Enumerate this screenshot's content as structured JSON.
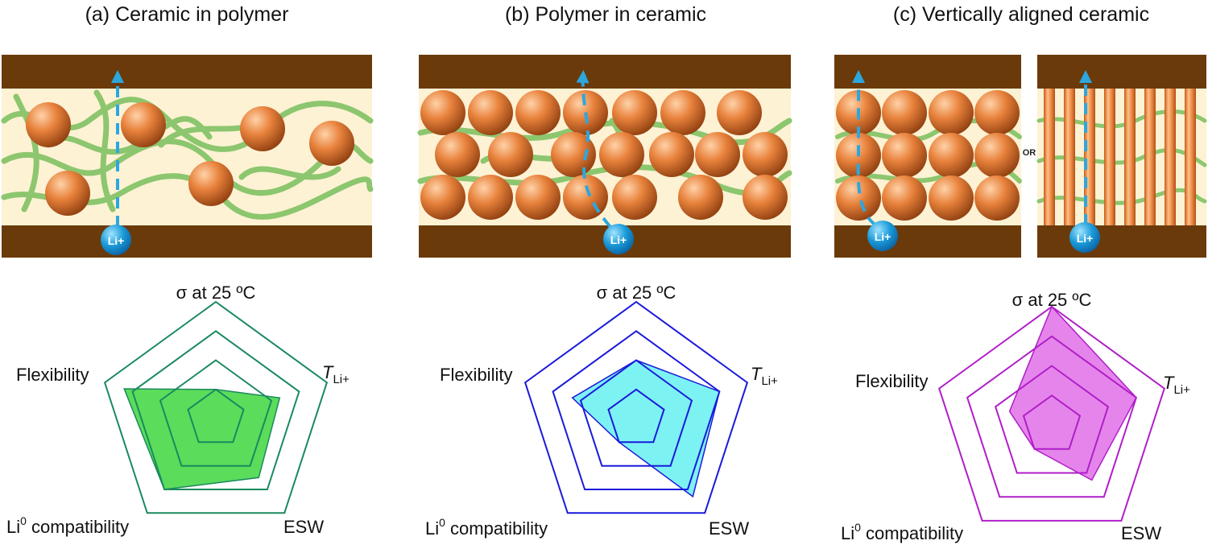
{
  "panels": [
    {
      "title": "(a) Ceramic in polymer",
      "li_label": "Li+",
      "radar": {
        "axis_sigma": "σ at 25 ºC",
        "axis_t_main": "T",
        "axis_t_sub": "Li+",
        "axis_esw": "ESW",
        "axis_li0_main": "Li",
        "axis_li0_sup": "0",
        "axis_li0_rest": " compatibility",
        "axis_flex": "Flexibility",
        "color": "#1a8a5e",
        "fill": "#3ed63e",
        "levels": 4,
        "values": [
          1.0,
          2.3,
          2.5,
          3.0,
          3.3
        ]
      }
    },
    {
      "title": "(b) Polymer in ceramic",
      "li_label": "Li+",
      "radar": {
        "axis_sigma": "σ at 25 ºC",
        "axis_t_main": "T",
        "axis_t_sub": "Li+",
        "axis_esw": "ESW",
        "axis_li0_main": "Li",
        "axis_li0_sup": "0",
        "axis_li0_rest": " compatibility",
        "axis_flex": "Flexibility",
        "color": "#1a1adb",
        "fill": "#66f0f0",
        "levels": 4,
        "values": [
          2.0,
          3.0,
          3.3,
          1.0,
          2.3
        ]
      }
    },
    {
      "title": "(c) Vertically aligned ceramic",
      "li_label": "Li+",
      "or_label": "OR",
      "radar": {
        "axis_sigma": "σ at 25 ºC",
        "axis_t_main": "T",
        "axis_t_sub": "Li+",
        "axis_esw": "ESW",
        "axis_li0_main": "Li",
        "axis_li0_sup": "0",
        "axis_li0_rest": " compatibility",
        "axis_flex": "Flexibility",
        "color": "#b01ec8",
        "fill": "#e070e8",
        "levels": 4,
        "values": [
          4.0,
          3.0,
          2.3,
          1.0,
          1.5
        ]
      }
    }
  ],
  "colors": {
    "electrode": "#6b3a0a",
    "electrolyte": "#fdf2d4",
    "polymer": "#8cc66e",
    "particle_light": "#ffc89a",
    "particle": "#e8823c",
    "particle_dark": "#9e4814",
    "path": "#2ba7e0",
    "ion": "#1590d0"
  }
}
